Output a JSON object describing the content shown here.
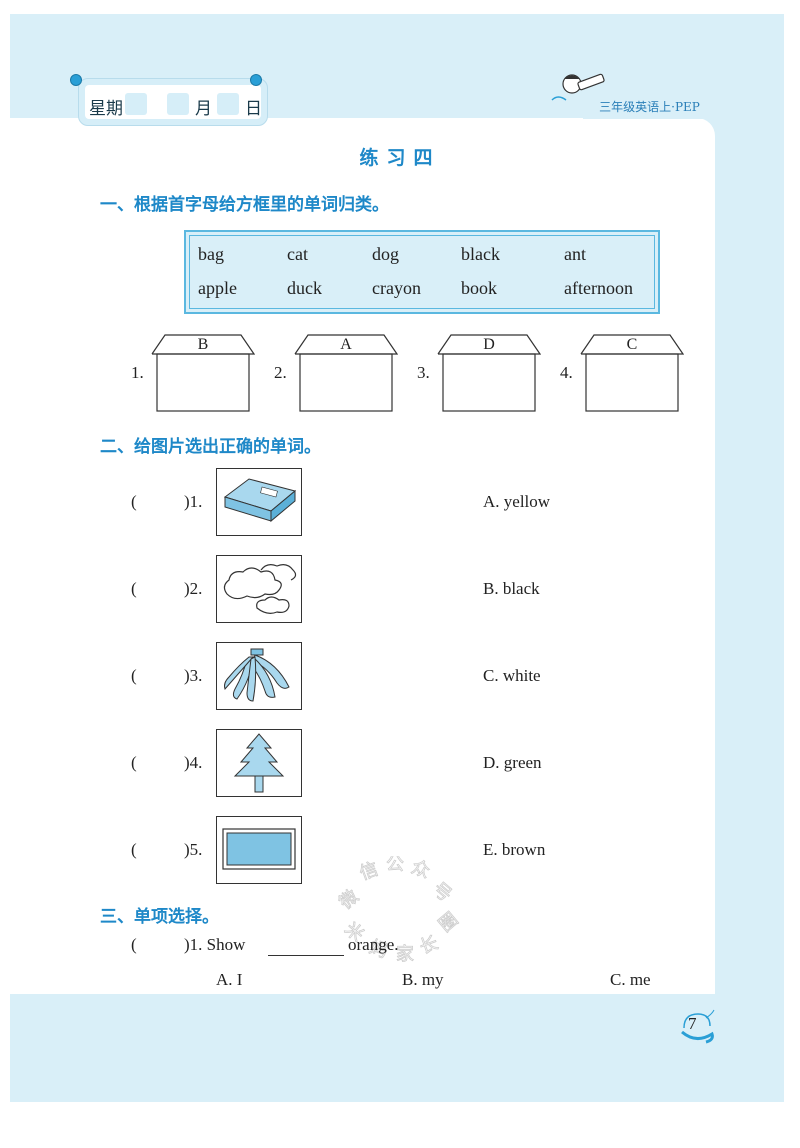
{
  "header": {
    "weekday_label": "星期",
    "month_label": "月",
    "day_label": "日",
    "book_label": "三年级英语上·PEP"
  },
  "title": "练习四",
  "section1": {
    "heading": "一、根据首字母给方框里的单词归类。",
    "words_row1": [
      "bag",
      "cat",
      "dog",
      "black",
      "ant"
    ],
    "words_row2": [
      "apple",
      "duck",
      "crayon",
      "book",
      "afternoon"
    ],
    "houses": [
      {
        "num": "1.",
        "letter": "B"
      },
      {
        "num": "2.",
        "letter": "A"
      },
      {
        "num": "3.",
        "letter": "D"
      },
      {
        "num": "4.",
        "letter": "C"
      }
    ]
  },
  "section2": {
    "heading": "二、给图片选出正确的单词。",
    "items": [
      {
        "paren": "(",
        "label": ")1.",
        "icon": "book-icon",
        "option": "A. yellow"
      },
      {
        "paren": "(",
        "label": ")2.",
        "icon": "cloud-icon",
        "option": "B. black"
      },
      {
        "paren": "(",
        "label": ")3.",
        "icon": "banana-icon",
        "option": "C. white"
      },
      {
        "paren": "(",
        "label": ")4.",
        "icon": "tree-icon",
        "option": "D. green"
      },
      {
        "paren": "(",
        "label": ")5.",
        "icon": "blackboard-icon",
        "option": "E. brown"
      }
    ]
  },
  "section3": {
    "heading": "三、单项选择。",
    "question": {
      "paren": "(",
      "label": ")1. Show",
      "after_blank": "orange.",
      "choices": [
        "A. I",
        "B. my",
        "C. me"
      ]
    }
  },
  "page_number": "7",
  "colors": {
    "accent": "#1e88c8",
    "light_blue": "#d9eff8",
    "border_blue": "#5bb8e0"
  }
}
